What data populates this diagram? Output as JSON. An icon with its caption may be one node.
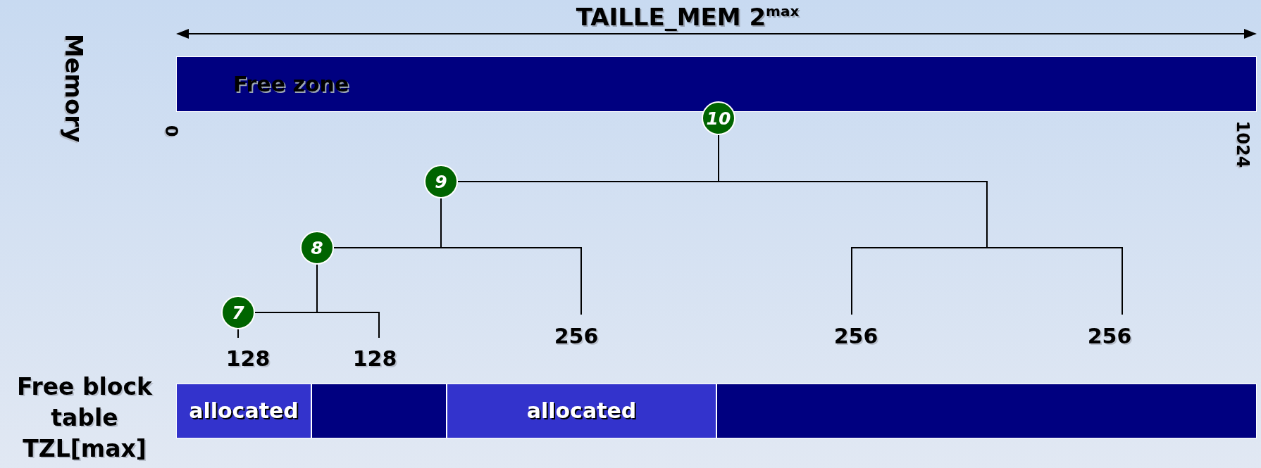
{
  "diagram": {
    "title": "TAILLE_MEM 2$^{max}$",
    "nodes": [
      {
        "text": [
          "Free zone"
        ]
      },
      {
        "text": [
          "10"
        ]
      },
      {
        "text": [
          "9"
        ]
      },
      {
        "text": [
          "8"
        ]
      },
      {
        "text": [
          "7"
        ]
      },
      {
        "text": [
          "256"
        ]
      },
      {
        "text": [
          "256"
        ]
      },
      {
        "text": [
          "256"
        ]
      },
      {
        "text": [
          "128"
        ]
      },
      {
        "text": [
          "128"
        ]
      },
      {
        "text": [
          "allocated"
        ]
      },
      {
        "text": [],
        "shape": "box"
      },
      {
        "text": [
          "allocated"
        ]
      },
      {
        "text": [],
        "shape": "box"
      }
    ],
    "edges": [
      {
        "from": 1,
        "to": 2,
        "arrow": "none"
      },
      {
        "from": 1,
        "to": 6,
        "arrow": "none"
      },
      {
        "from": 1,
        "to": 7,
        "arrow": "none"
      },
      {
        "from": 2,
        "to": 3,
        "arrow": "none"
      },
      {
        "from": 2,
        "to": 5,
        "arrow": "none"
      },
      {
        "from": 3,
        "to": 4,
        "arrow": "none"
      },
      {
        "from": 3,
        "to": 9,
        "arrow": "none"
      },
      {
        "from": 4,
        "to": 8,
        "arrow": "none"
      }
    ],
    "labels": [
      "Memory",
      "0",
      "1024",
      "Free block table TZL[max]"
    ]
  }
}
